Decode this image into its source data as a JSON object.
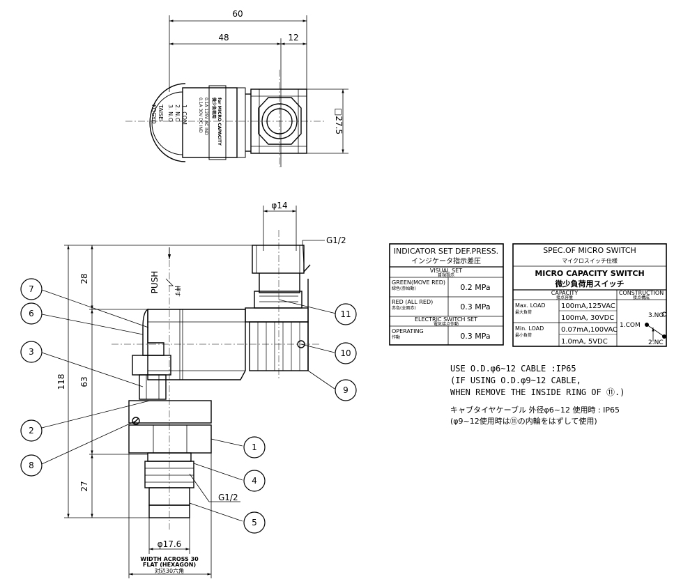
{
  "top_view": {
    "dim_overall": "60",
    "dim_body": "48",
    "dim_hex": "12",
    "dim_square": "□27.5",
    "label_lines": [
      "for MICRO CAPACITY",
      "微少負荷用",
      "0.1A 125V AC IND",
      "0.1A 30V DC IND"
    ],
    "terminal_lines": [
      "1. COM",
      "2. N.C",
      "3. N.O"
    ],
    "maker_lines": [
      "TAISEI",
      "KOGYO"
    ]
  },
  "side_view": {
    "dim_14": "φ14",
    "dim_g_top": "G1/2",
    "dim_28": "28",
    "dim_118": "118",
    "dim_63": "63",
    "dim_27": "27",
    "dim_g_bottom": "G1/2",
    "dim_176": "φ17.6",
    "push_label": "PUSH",
    "push_jp": "押す",
    "hex_label_1": "WIDTH ACROSS 30",
    "hex_label_2": "FLAT (HEXAGON)",
    "hex_label_jp": "対辺30六角"
  },
  "callouts": [
    "1",
    "2",
    "3",
    "4",
    "5",
    "6",
    "7",
    "8",
    "9",
    "10",
    "11"
  ],
  "indicator_table": {
    "title": "INDICATOR SET DEF.PRESS.",
    "title_jp": "インジケータ指示差圧",
    "visual_header": "VISUAL SET",
    "visual_header_jp": "目視指示",
    "rows": [
      {
        "label": "GREEN(MOVE RED)",
        "label_jp": "緑色(赤始動)",
        "value": "0.2 MPa"
      },
      {
        "label": "RED (ALL RED)",
        "label_jp": "赤色(全面赤)",
        "value": "0.3 MPa"
      }
    ],
    "electric_header": "ELECTRIC SWITCH SET",
    "electric_header_jp": "電気接点作動",
    "operating_label": "OPERATING",
    "operating_label_jp": "作動",
    "operating_value": "0.3 MPa"
  },
  "micro_table": {
    "title": "SPEC.OF MICRO SWITCH",
    "title_jp": "マイクロスイッチ仕様",
    "subtitle": "MICRO CAPACITY SWITCH",
    "subtitle_jp": "微少負荷用スイッチ",
    "capacity_header": "CAPACITY",
    "capacity_header_jp": "接点容量",
    "construction_header": "CONSTRUCTION",
    "construction_header_jp": "接点構成",
    "max_label": "Max. LOAD",
    "max_label_jp": "最大負荷",
    "max_values": [
      "100mA,125VAC",
      "100mA, 30VDC"
    ],
    "min_label": "Min. LOAD",
    "min_label_jp": "最小負荷",
    "min_values": [
      "0.07mA,100VAC",
      "1.0mA,  5VDC"
    ],
    "com_label": "1.COM",
    "no_label": "3.NO",
    "nc_label": "2.NC"
  },
  "notes": {
    "line1": "USE O.D.φ6~12 CABLE  :IP65",
    "line2": "(IF USING O.D.φ9~12 CABLE,",
    "line3": "WHEN REMOVE THE INSIDE RING OF ⑪.)",
    "line4_jp": "キャブタイヤケーブル 外径φ6~12 使用時 : IP65",
    "line5_jp": "(φ9~12使用時は⑪の内輪をはずして使用)"
  }
}
